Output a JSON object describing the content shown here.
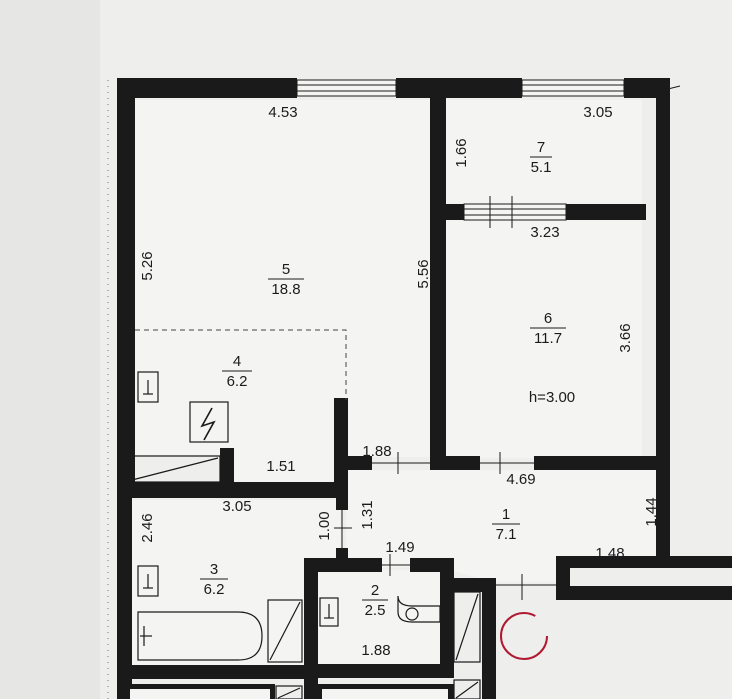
{
  "plan": {
    "rooms": [
      {
        "number": "7",
        "area": "5.1"
      },
      {
        "number": "5",
        "area": "18.8"
      },
      {
        "number": "6",
        "area": "11.7"
      },
      {
        "number": "4",
        "area": "6.2"
      },
      {
        "number": "1",
        "area": "7.1"
      },
      {
        "number": "3",
        "area": "6.2"
      },
      {
        "number": "2",
        "area": "2.5"
      }
    ],
    "dimensions": {
      "d_453": "4.53",
      "d_305_top": "3.05",
      "d_166": "1.66",
      "d_323": "3.23",
      "d_526": "5.26",
      "d_556": "5.56",
      "d_366": "3.66",
      "d_151": "1.51",
      "d_188_top": "1.88",
      "d_469": "4.69",
      "d_305_mid": "3.05",
      "d_246": "2.46",
      "d_100": "1.00",
      "d_131": "1.31",
      "d_144": "1.44",
      "d_149": "1.49",
      "d_148": "1.48",
      "d_188_bottom": "1.88"
    },
    "ceiling_height": "h=3.00",
    "colors": {
      "wall": "#1a1a1a",
      "paper": "#ededec",
      "room_fill": "#f3f3f2",
      "door_swing": "#b0182f"
    }
  }
}
